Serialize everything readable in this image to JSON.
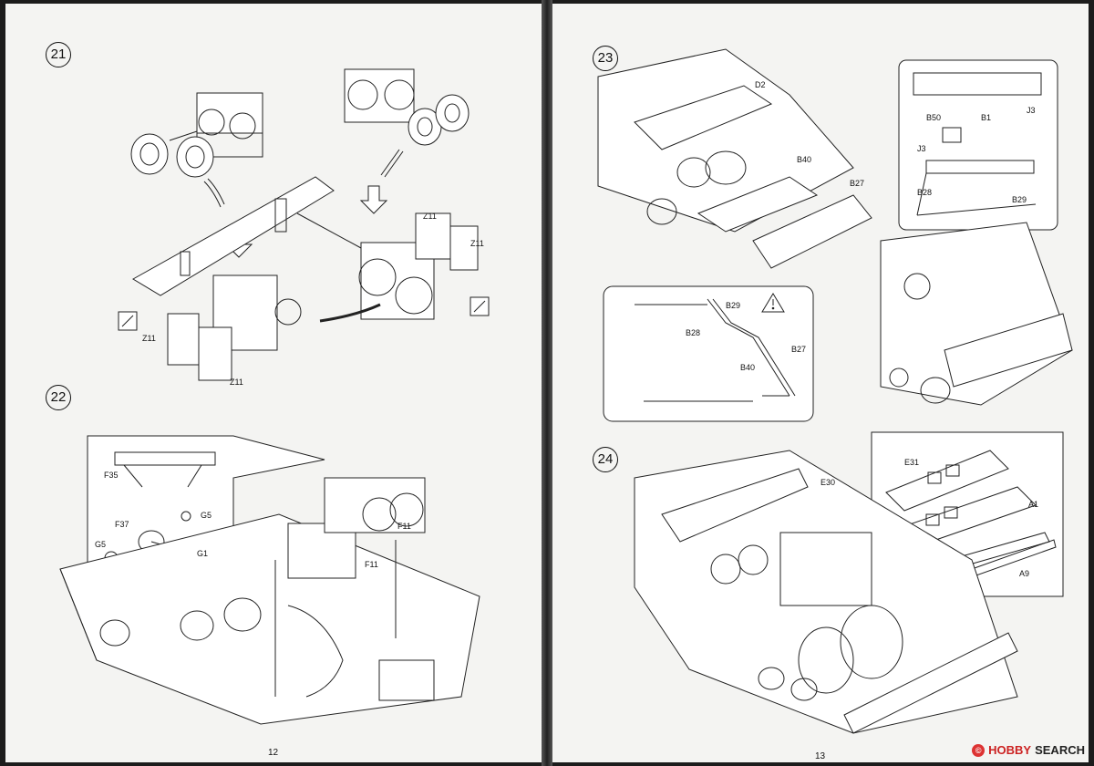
{
  "left_page": {
    "page_number": "12",
    "step21": {
      "number": "21",
      "labels": [
        "Z11",
        "Z11",
        "Z11",
        "Z11"
      ]
    },
    "step22": {
      "number": "22",
      "labels": [
        "F35",
        "G5",
        "F37",
        "G5",
        "G1",
        "F11",
        "F11"
      ]
    }
  },
  "right_page": {
    "page_number": "13",
    "step23": {
      "number": "23",
      "labels": [
        "D2",
        "B40",
        "B27",
        "B50",
        "B1",
        "J3",
        "J3",
        "B28",
        "B29"
      ],
      "detail_labels": [
        "B29",
        "B28",
        "B27",
        "B40"
      ]
    },
    "step24": {
      "number": "24",
      "labels": [
        "E30",
        "E31",
        "A1",
        "A9"
      ]
    }
  },
  "watermark": {
    "brand_hobby": "HOBBY",
    "brand_search": "SEARCH"
  },
  "icons": [
    "brush-glue-icon",
    "down-arrow-icon",
    "warning-triangle-icon",
    "copyright-icon"
  ]
}
